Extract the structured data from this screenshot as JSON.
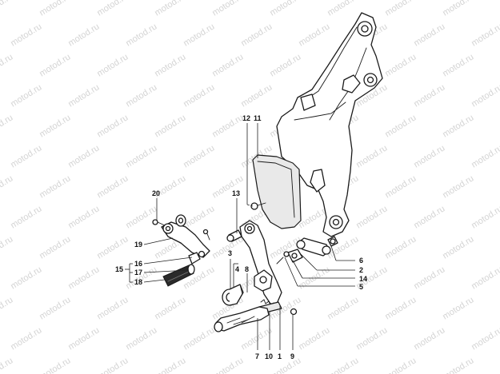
{
  "watermark": {
    "text": "motod.ru"
  },
  "callouts": [
    {
      "id": "c1",
      "label": "1"
    },
    {
      "id": "c2",
      "label": "2"
    },
    {
      "id": "c3",
      "label": "3"
    },
    {
      "id": "c4",
      "label": "4"
    },
    {
      "id": "c5",
      "label": "5"
    },
    {
      "id": "c6",
      "label": "6"
    },
    {
      "id": "c7",
      "label": "7"
    },
    {
      "id": "c8",
      "label": "8"
    },
    {
      "id": "c9",
      "label": "9"
    },
    {
      "id": "c10",
      "label": "10"
    },
    {
      "id": "c11",
      "label": "11"
    },
    {
      "id": "c12",
      "label": "12"
    },
    {
      "id": "c13",
      "label": "13"
    },
    {
      "id": "c14",
      "label": "14"
    },
    {
      "id": "c15",
      "label": "15"
    },
    {
      "id": "c16",
      "label": "16"
    },
    {
      "id": "c17",
      "label": "17"
    },
    {
      "id": "c18",
      "label": "18"
    },
    {
      "id": "c19",
      "label": "19"
    },
    {
      "id": "c20",
      "label": "20"
    }
  ]
}
